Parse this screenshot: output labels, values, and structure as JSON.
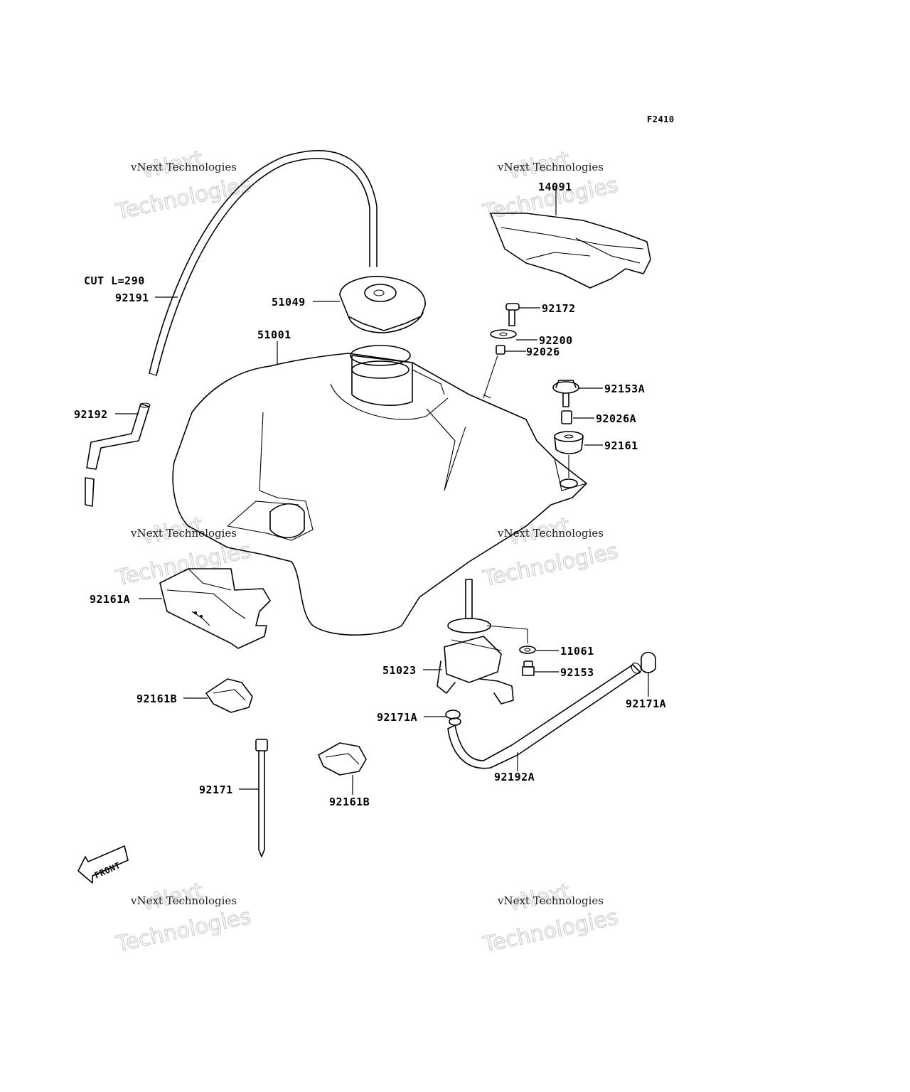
{
  "figure_id": "F2410",
  "front_label": "FRONT",
  "cut_note": "CUT L=290",
  "watermark": {
    "line1": "vNext Technologies",
    "line2": "Technologies",
    "vnext": "vNext"
  },
  "parts": {
    "p92191": "92191",
    "p92192": "92192",
    "p51049": "51049",
    "p51001": "51001",
    "p14091": "14091",
    "p92172": "92172",
    "p92200": "92200",
    "p92026": "92026",
    "p92153A": "92153A",
    "p92026A": "92026A",
    "p92161": "92161",
    "p92161A": "92161A",
    "p11061": "11061",
    "p92153": "92153",
    "p51023": "51023",
    "p92171A_left": "92171A",
    "p92171A_right": "92171A",
    "p92161B_top": "92161B",
    "p92161B_bottom": "92161B",
    "p92192A": "92192A",
    "p92171": "92171"
  }
}
